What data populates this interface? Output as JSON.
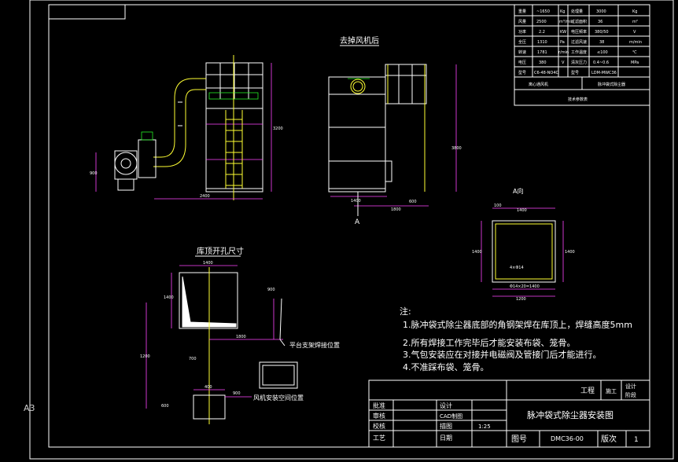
{
  "sheet": {
    "size_label": "A3"
  },
  "views": {
    "rear_view_title": "去掉风机后",
    "section_label": "A向",
    "section_mark": "A",
    "roof_title": "库顶开孔尺寸",
    "platform_label": "平台支架焊接位置",
    "fan_label": "风机安装空间位置"
  },
  "dims": {
    "front_width": "2400",
    "front_height": "3200",
    "fan_height": "900",
    "rear_width": "1400",
    "rear_height": "3800",
    "rear_offset": "1800",
    "rear_side": "600",
    "a_top": "1400",
    "a_top_left": "100",
    "a_side": "1400",
    "a_bottom": "1200",
    "a_inner": "1400",
    "a_bolt": "Φ14×20=1400",
    "a_bolt_detail": "4×Φ14",
    "roof_top": "1400",
    "roof_side": "1400",
    "roof_h1": "900",
    "roof_h2": "1200",
    "roof_offset": "1800",
    "roof_gap": "700",
    "platform_w": "400",
    "fan_w": "900",
    "roof_base": "600"
  },
  "notes": {
    "heading": "注:",
    "items": [
      "1.脉冲袋式除尘器底部的角钢架焊在库顶上，焊缝高度5mm",
      "2.所有焊接工作完毕后才能安装布袋、笼骨。",
      "3.气包安装应在对接并电磁阀及管接门后才能进行。",
      "4.不准踩布袋、笼骨。"
    ]
  },
  "spec_table": {
    "rows": [
      [
        "重量",
        "~1650",
        "Kg",
        "处理量",
        "3000",
        "Kg"
      ],
      [
        "风量",
        "2500",
        "m³/min",
        "过滤面积",
        "36",
        "m²"
      ],
      [
        "功率",
        "2.2",
        "KW",
        "电压频率",
        "380/50",
        "V"
      ],
      [
        "全压",
        "1310",
        "Pa",
        "过滤风速",
        "38",
        "m/min"
      ],
      [
        "转速",
        "1781",
        "r/min",
        "工作温度",
        "≤100",
        "℃"
      ],
      [
        "电压",
        "380",
        "V",
        "清灰压力",
        "0.4~0.6",
        "MPa"
      ],
      [
        "型号",
        "C6-48-NO4C",
        "",
        "型号",
        "LDM-MWC36",
        ""
      ]
    ],
    "footer_left": "离心通风机",
    "footer_right": "脉冲袋式除尘器",
    "caption": "技术参数表"
  },
  "title_block": {
    "project_label": "工程",
    "stage_a": "施工",
    "stage_b": "设计",
    "stage_c": "阶段",
    "left_labels": [
      "批准",
      "审核",
      "校核",
      "工艺"
    ],
    "mid_labels": [
      "设计",
      "CAD制图",
      "描图",
      "日期"
    ],
    "scale": "1:25",
    "drawing_title": "脉冲袋式除尘器安装图",
    "drawing_no_label": "图号",
    "drawing_no": "DMC36-00",
    "version_label": "版次",
    "version": "1"
  },
  "colors": {
    "background": "#000000",
    "line": "#ffffff",
    "yellow": "#ffff33",
    "magenta": "#ff44ff",
    "green": "#22ee22",
    "cyan": "#33dddd"
  }
}
